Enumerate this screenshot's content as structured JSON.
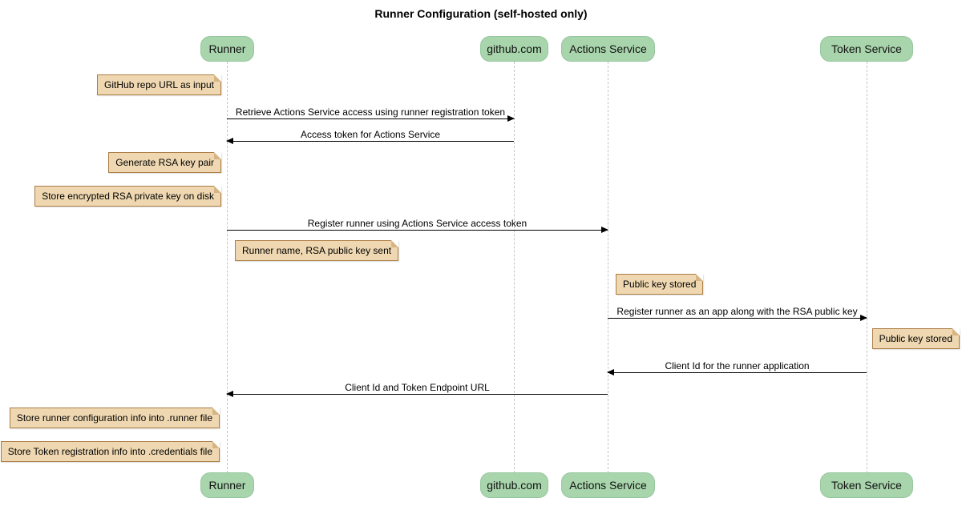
{
  "title": "Runner Configuration (self-hosted only)",
  "diagram_type": "sequence",
  "participants": [
    {
      "name": "Runner"
    },
    {
      "name": "github.com"
    },
    {
      "name": "Actions Service"
    },
    {
      "name": "Token Service"
    }
  ],
  "messages": [
    {
      "from": "Runner",
      "to": "github.com",
      "direction": "right",
      "text": "Retrieve Actions Service access using runner registration token"
    },
    {
      "from": "github.com",
      "to": "Runner",
      "direction": "left",
      "text": "Access token for Actions Service"
    },
    {
      "from": "Runner",
      "to": "Actions Service",
      "direction": "right",
      "text": "Register runner using Actions Service access token"
    },
    {
      "from": "Actions Service",
      "to": "Token Service",
      "direction": "right",
      "text": "Register runner as an app along with the RSA public key"
    },
    {
      "from": "Token Service",
      "to": "Actions Service",
      "direction": "left",
      "text": "Client Id for the runner application"
    },
    {
      "from": "Actions Service",
      "to": "Runner",
      "direction": "left",
      "text": "Client Id and Token Endpoint URL"
    }
  ],
  "notes": [
    {
      "text": "GitHub repo URL as input",
      "anchor": "left-of-runner"
    },
    {
      "text": "Generate RSA key pair",
      "anchor": "left-of-runner"
    },
    {
      "text": "Store encrypted RSA private key on disk",
      "anchor": "left-of-runner"
    },
    {
      "text": "Runner name, RSA public key sent",
      "anchor": "right-of-runner"
    },
    {
      "text": "Public key stored",
      "anchor": "right-of-actions-service"
    },
    {
      "text": "Public key stored",
      "anchor": "right-of-token-service"
    },
    {
      "text": "Store runner configuration info into .runner file",
      "anchor": "left-of-runner"
    },
    {
      "text": "Store Token registration info into .credentials file",
      "anchor": "left-of-runner"
    }
  ],
  "colors": {
    "participant_fill": "#a8d5ac",
    "participant_border": "#96c69e",
    "note_fill": "#efd8b1",
    "note_border": "#ab7d45",
    "note_fold": "#d7b583",
    "lifeline": "#c3c3c3",
    "arrow": "#000000",
    "background": "#ffffff"
  }
}
